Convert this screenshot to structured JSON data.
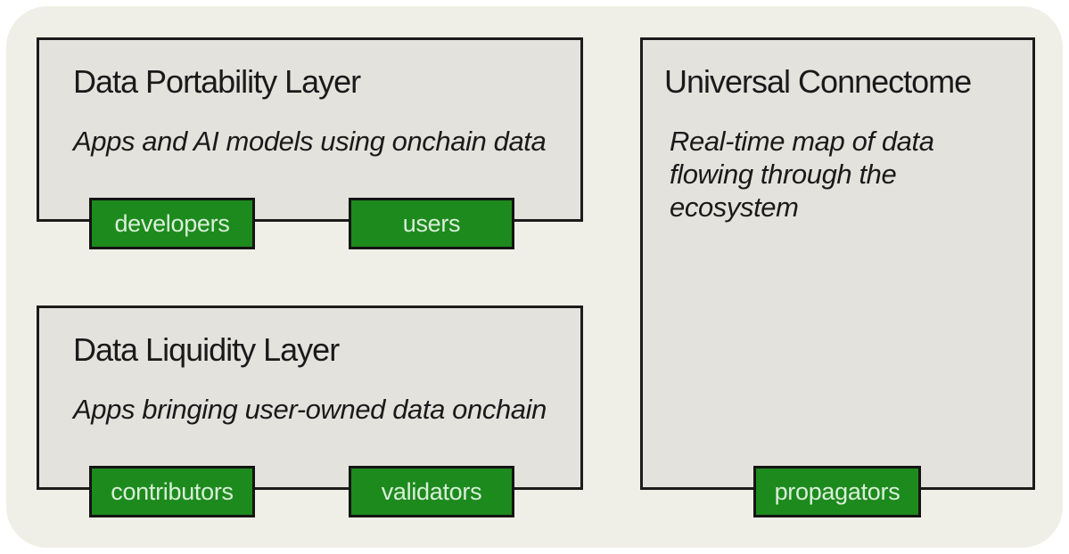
{
  "panels": {
    "portability": {
      "title": "Data Portability Layer",
      "subtitle": "Apps and AI models using onchain data",
      "badges": [
        "developers",
        "users"
      ]
    },
    "liquidity": {
      "title": "Data Liquidity Layer",
      "subtitle": "Apps bringing user-owned data onchain",
      "badges": [
        "contributors",
        "validators"
      ]
    },
    "connectome": {
      "title": "Universal Connectome",
      "subtitle_lines": [
        "Real-time map of data",
        "flowing through the",
        "ecosystem"
      ],
      "badges": [
        "propagators"
      ]
    }
  },
  "colors": {
    "page_background": "#ffffff",
    "canvas_background": "#f0efe7",
    "panel_fill": "#e3e2dd",
    "panel_border": "#1b1b1b",
    "badge_fill": "#1d8a1d",
    "badge_border": "#141414",
    "badge_text": "#d9efd9",
    "text": "#1a1a1a"
  }
}
